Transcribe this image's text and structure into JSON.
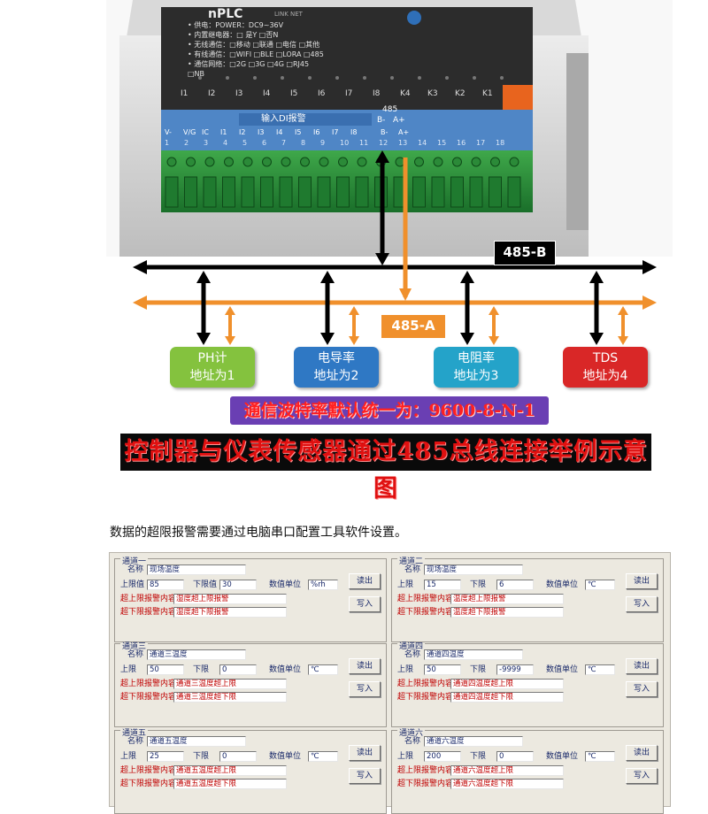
{
  "device": {
    "brand": "nPLC",
    "tag": "LINK NET",
    "spec_lines": [
      "• 供电：POWER：DC9~36V",
      "• 内置继电器：□ 是Y  □否N",
      "• 无线通信：□移动 □联通 □电信 □其他",
      "• 有线通信：□WIFI □BLE □LORA □485",
      "• 通信网络：□2G  □3G  □4G  □RJ45",
      "  □NB"
    ],
    "indicator_labels": [
      "I1",
      "I2",
      "I3",
      "I4",
      "I5",
      "I6",
      "I7",
      "I8",
      "K4",
      "K3",
      "K2",
      "K1"
    ],
    "group_label": "输入DI报警",
    "bus_port_labels": [
      "485",
      "B-",
      "A+"
    ],
    "terminal_labels": [
      "V-",
      "V/G",
      "IC",
      "I1",
      "I2",
      "I3",
      "I4",
      "I5",
      "I6",
      "I7",
      "I8",
      "B-",
      "A+"
    ],
    "terminal_numbers": [
      "1",
      "2",
      "3",
      "4",
      "5",
      "6",
      "7",
      "8",
      "9",
      "10",
      "11",
      "12",
      "13",
      "14",
      "15",
      "16",
      "17",
      "18"
    ]
  },
  "bus": {
    "b_label": "485-B",
    "a_label": "485-A"
  },
  "sensors": [
    {
      "name": "PH计",
      "address": "地址为1",
      "color": "#84c23e"
    },
    {
      "name": "电导率",
      "address": "地址为2",
      "color": "#2f78c4"
    },
    {
      "name": "电阻率",
      "address": "地址为3",
      "color": "#24a3c9"
    },
    {
      "name": "TDS",
      "address": "地址为4",
      "color": "#d92727"
    }
  ],
  "baud_banner": "通信波特率默认统一为：9600-8-N-1",
  "caption": "控制器与仪表传感器通过485总线连接举例示意图",
  "description": "数据的超限报警需要通过电脑串口配置工具软件设置。",
  "channels": [
    {
      "title": "通道一",
      "name_label": "名称",
      "name_value": "现场温度",
      "upper_label": "上限值",
      "upper_value": "85",
      "lower_label": "下限值",
      "lower_value": "30",
      "unit_label": "数值单位",
      "unit_value": "%rh",
      "upper_alarm_label": "超上限报警内容",
      "upper_alarm_value": "湿度超上限报警",
      "lower_alarm_label": "超下限报警内容",
      "lower_alarm_value": "湿度超下限报警",
      "read_label": "读出",
      "write_label": "写入"
    },
    {
      "title": "通道二",
      "name_label": "名称",
      "name_value": "现场温度",
      "upper_label": "上限",
      "upper_value": "15",
      "lower_label": "下限",
      "lower_value": "6",
      "unit_label": "数值单位",
      "unit_value": "℃",
      "upper_alarm_label": "超上限报警内容",
      "upper_alarm_value": "温度超上限报警",
      "lower_alarm_label": "超下限报警内容",
      "lower_alarm_value": "温度超下限报警",
      "read_label": "读出",
      "write_label": "写入"
    },
    {
      "title": "通道三",
      "name_label": "名称",
      "name_value": "通道三温度",
      "upper_label": "上限",
      "upper_value": "50",
      "lower_label": "下限",
      "lower_value": "0",
      "unit_label": "数值单位",
      "unit_value": "℃",
      "upper_alarm_label": "超上限报警内容",
      "upper_alarm_value": "通道三温度超上限",
      "lower_alarm_label": "超下限报警内容",
      "lower_alarm_value": "通道三温度超下限",
      "read_label": "读出",
      "write_label": "写入"
    },
    {
      "title": "通道四",
      "name_label": "名称",
      "name_value": "通道四温度",
      "upper_label": "上限",
      "upper_value": "50",
      "lower_label": "下限",
      "lower_value": "-9999",
      "unit_label": "数值单位",
      "unit_value": "℃",
      "upper_alarm_label": "超上限报警内容",
      "upper_alarm_value": "通道四温度超上限",
      "lower_alarm_label": "超下限报警内容",
      "lower_alarm_value": "通道四温度超下限",
      "read_label": "读出",
      "write_label": "写入"
    },
    {
      "title": "通道五",
      "name_label": "名称",
      "name_value": "通道五温度",
      "upper_label": "上限",
      "upper_value": "25",
      "lower_label": "下限",
      "lower_value": "0",
      "unit_label": "数值单位",
      "unit_value": "℃",
      "upper_alarm_label": "超上限报警内容",
      "upper_alarm_value": "通道五温度超上限",
      "lower_alarm_label": "超下限报警内容",
      "lower_alarm_value": "通道五温度超下限",
      "read_label": "读出",
      "write_label": "写入"
    },
    {
      "title": "通道六",
      "name_label": "名称",
      "name_value": "通道六温度",
      "upper_label": "上限",
      "upper_value": "200",
      "lower_label": "下限",
      "lower_value": "0",
      "unit_label": "数值单位",
      "unit_value": "℃",
      "upper_alarm_label": "超上限报警内容",
      "upper_alarm_value": "通道六温度超上限",
      "lower_alarm_label": "超下限报警内容",
      "lower_alarm_value": "通道六温度超下限",
      "read_label": "读出",
      "write_label": "写入"
    }
  ]
}
